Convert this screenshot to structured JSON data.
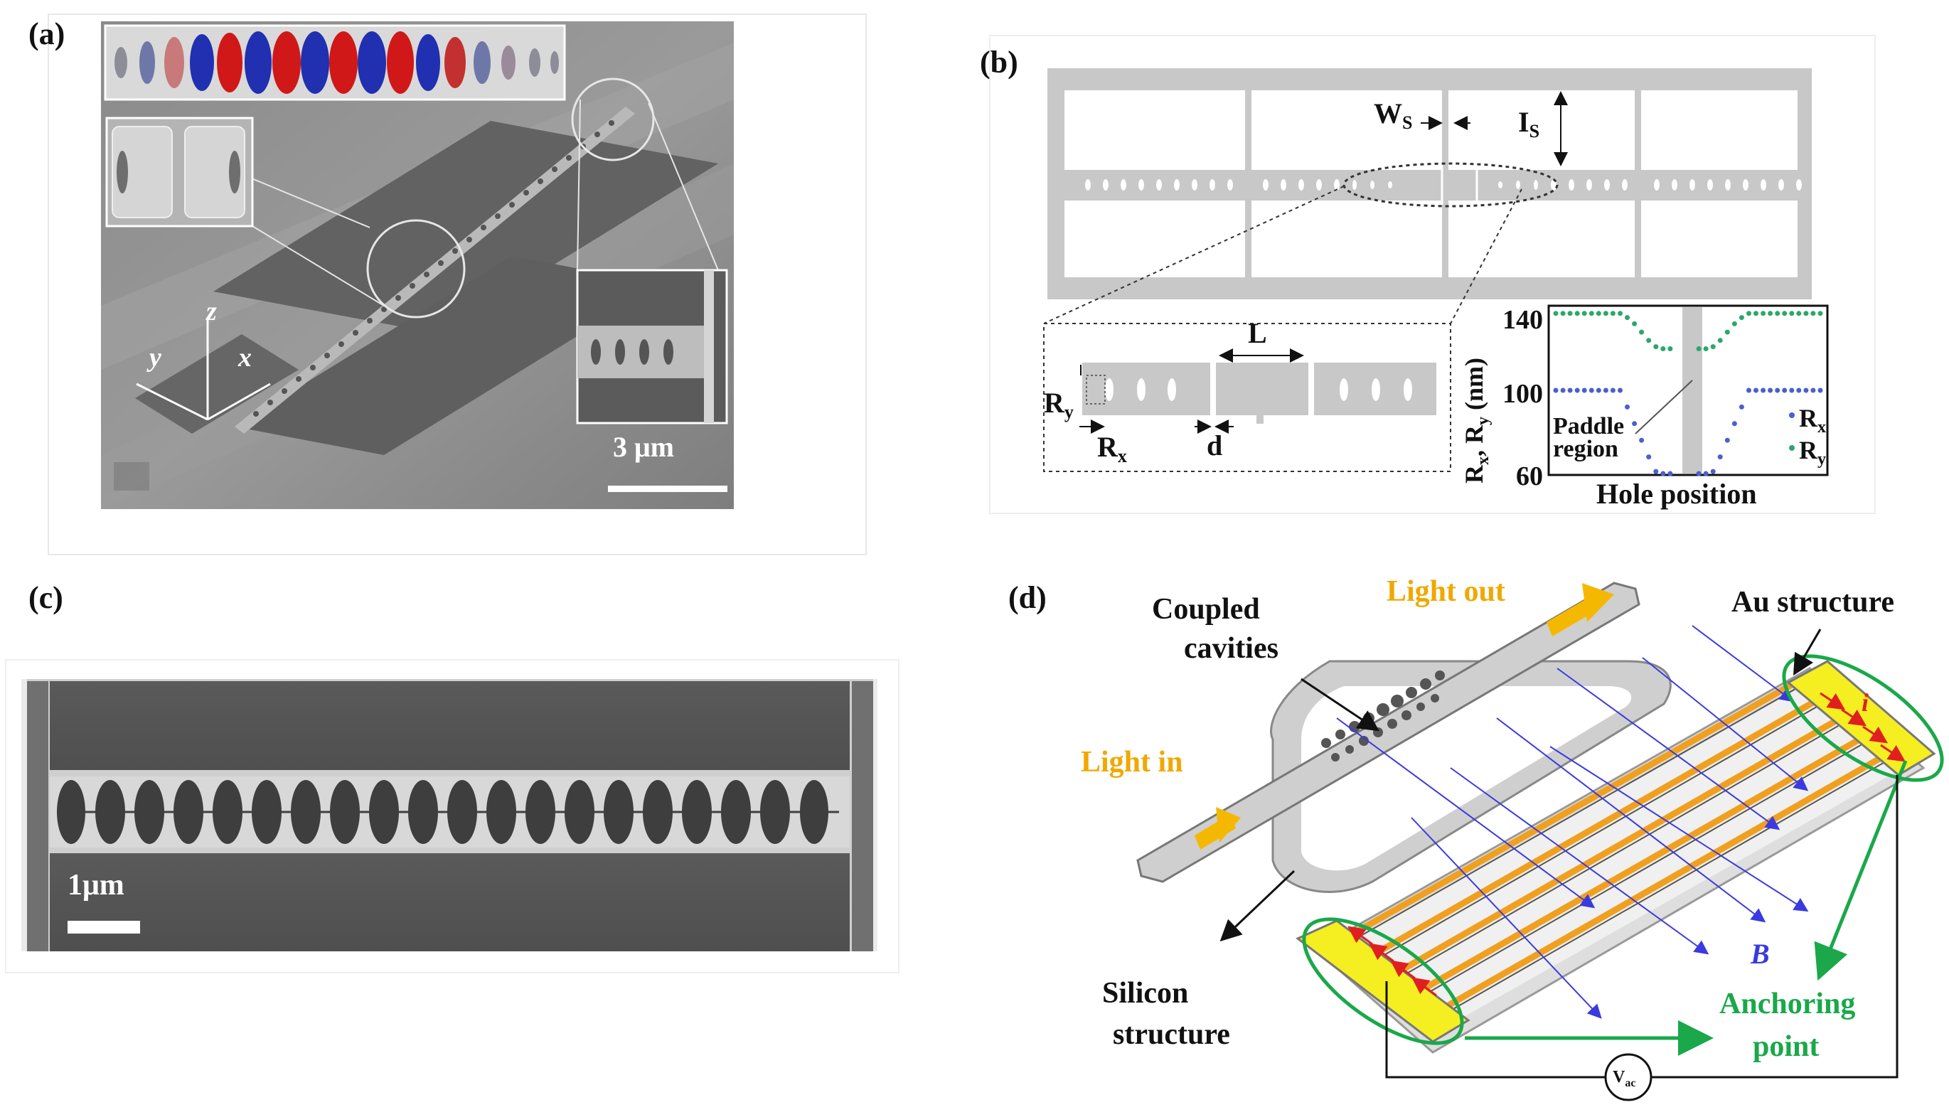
{
  "panel_a": {
    "letter": "(a)",
    "axis_z": "z",
    "axis_y": "y",
    "axis_x": "x",
    "scale_bar": "3 μm"
  },
  "panel_b": {
    "letter": "(b)",
    "ws_label": "W",
    "ws_sub": "S",
    "is_label": "I",
    "is_sub": "S",
    "L_label": "L",
    "Ry_label": "R",
    "Ry_sub": "y",
    "Rx_label": "R",
    "Rx_sub": "x",
    "d_label": "d",
    "paddle_line1": "Paddle",
    "paddle_line2": "region",
    "legend_rx": "R",
    "legend_rx_sub": "x",
    "legend_ry": "R",
    "legend_ry_sub": "y"
  },
  "panel_c": {
    "letter": "(c)",
    "scale_bar": "1μm"
  },
  "panel_d": {
    "letter": "(d)",
    "light_out": "Light out",
    "light_in": "Light in",
    "coupled_line1": "Coupled",
    "coupled_line2": "cavities",
    "au_structure": "Au structure",
    "i_label": "i",
    "b_label": "B",
    "silicon_line1": "Silicon",
    "silicon_line2": "structure",
    "anchor_line1": "Anchoring",
    "anchor_line2": "point",
    "vac_label": "V",
    "vac_sub": "ac"
  },
  "colors": {
    "sem_gray": "#8f8f8f",
    "mode_red": "#d01818",
    "mode_blue": "#2030b0",
    "rx_dots": "#4a5fd0",
    "ry_dots": "#2aa86a",
    "gold": "#f5b800",
    "au_yellow": "#f5ee20",
    "anchor_green": "#1aa84a",
    "b_field_blue": "#3a3ae0",
    "label_orange": "#f0a800"
  },
  "chart_data": {
    "type": "scatter",
    "title": "",
    "xlabel": "Hole position",
    "ylabel": "R_x, R_y (nm)",
    "yticks": [
      60,
      100,
      140
    ],
    "ylim": [
      60,
      140
    ],
    "annotation": "Paddle region",
    "series": [
      {
        "name": "R_x",
        "color": "#4a5fd0",
        "values": [
          100,
          100,
          100,
          100,
          100,
          100,
          100,
          100,
          100,
          100,
          92,
          84,
          76,
          68,
          61,
          60,
          60,
          null,
          null,
          null,
          60,
          60,
          61,
          68,
          76,
          84,
          92,
          100,
          100,
          100,
          100,
          100,
          100,
          100,
          100,
          100,
          100,
          100
        ]
      },
      {
        "name": "R_y",
        "color": "#2aa86a",
        "values": [
          137,
          137,
          137,
          137,
          137,
          137,
          137,
          137,
          137,
          137,
          135,
          132,
          128,
          124,
          121,
          120,
          120,
          null,
          null,
          null,
          120,
          120,
          121,
          124,
          128,
          132,
          135,
          137,
          137,
          137,
          137,
          137,
          137,
          137,
          137,
          137,
          137,
          137
        ]
      }
    ]
  }
}
